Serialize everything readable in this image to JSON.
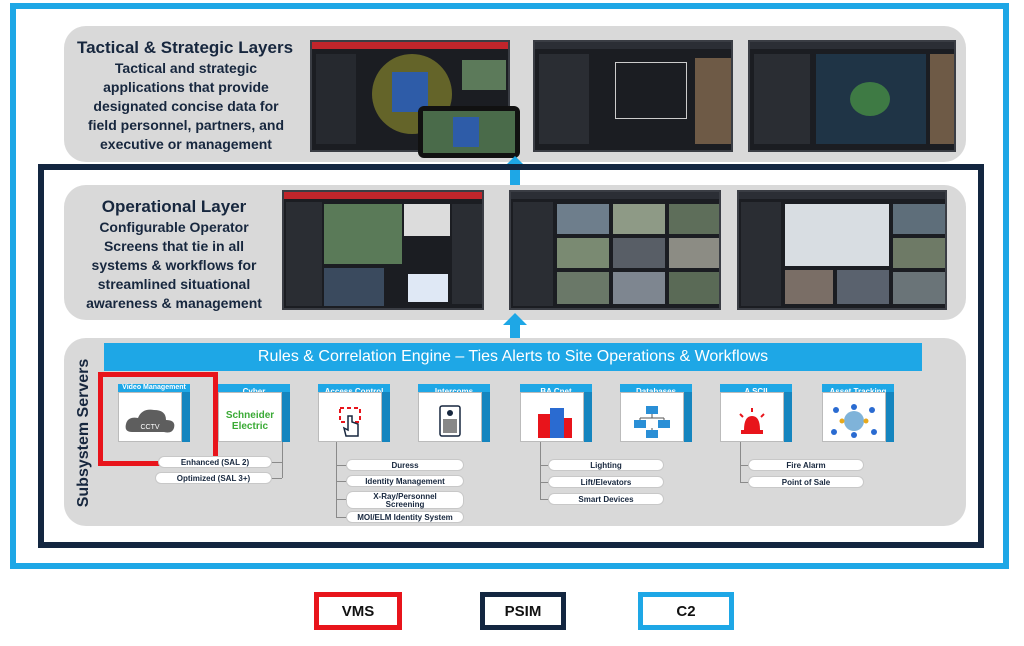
{
  "colors": {
    "c2": "#1ea7e6",
    "psim": "#132640",
    "vms": "#e8141b"
  },
  "tactical": {
    "title": "Tactical & Strategic Layers",
    "desc": "Tactical and strategic applications that provide designated concise data for field personnel, partners, and executive or management"
  },
  "operational": {
    "title": "Operational Layer",
    "desc": "Configurable Operator Screens that tie in all systems & workflows for streamlined situational awareness & management"
  },
  "subsystem": {
    "title": "Subsystem Servers"
  },
  "engine": {
    "label": "Rules & Correlation Engine – Ties Alerts to Site Operations & Workflows"
  },
  "modules": [
    {
      "label": "Video Management",
      "icon": "cloud-cctv-icon",
      "icon_text": "CCTV"
    },
    {
      "label": "Cyber",
      "icon": "schneider-electric-logo",
      "icon_text": "Schneider Electric"
    },
    {
      "label": "Access Control",
      "icon": "hand-tap-icon"
    },
    {
      "label": "Intercoms",
      "icon": "intercom-icon"
    },
    {
      "label": "BA Cnet",
      "icon": "building-icon"
    },
    {
      "label": "Databases",
      "icon": "flowchart-icon"
    },
    {
      "label": "A SCII",
      "icon": "alarm-light-icon"
    },
    {
      "label": "Asset Tracking",
      "icon": "network-globe-icon"
    }
  ],
  "video_items": [
    "Enhanced (SAL 2)",
    "Optimized (SAL 3+)"
  ],
  "access_items": [
    "Duress",
    "Identity Management",
    "X-Ray/Personnel Screening",
    "MOI/ELM Identity System"
  ],
  "bacnet_items": [
    "Lighting",
    "Lift/Elevators",
    "Smart Devices"
  ],
  "ascii_items": [
    "Fire Alarm",
    "Point of Sale"
  ],
  "legend": [
    {
      "label": "VMS"
    },
    {
      "label": "PSIM"
    },
    {
      "label": "C2"
    }
  ]
}
